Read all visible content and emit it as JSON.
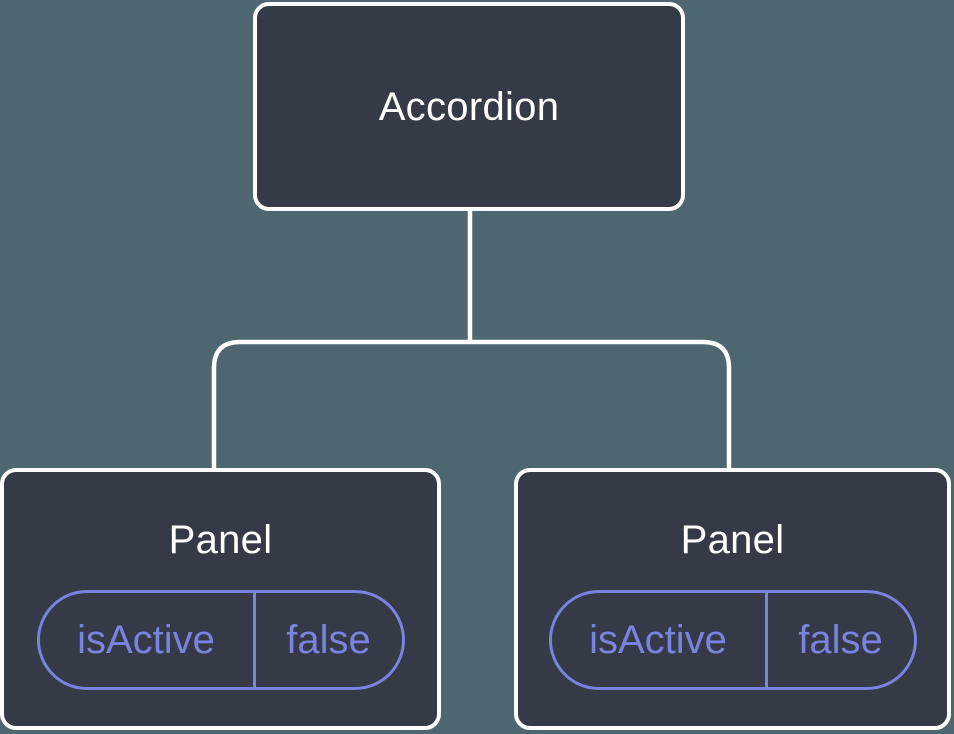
{
  "diagram": {
    "root": {
      "label": "Accordion"
    },
    "panels": [
      {
        "label": "Panel",
        "state": {
          "name": "isActive",
          "value": "false"
        }
      },
      {
        "label": "Panel",
        "state": {
          "name": "isActive",
          "value": "false"
        }
      }
    ]
  },
  "colors": {
    "background": "#4D6670",
    "node_fill": "#343A46",
    "node_border": "#FFFFFF",
    "node_text": "#FFFFFF",
    "state_accent": "#7B82E0",
    "connector": "#FFFFFF"
  }
}
